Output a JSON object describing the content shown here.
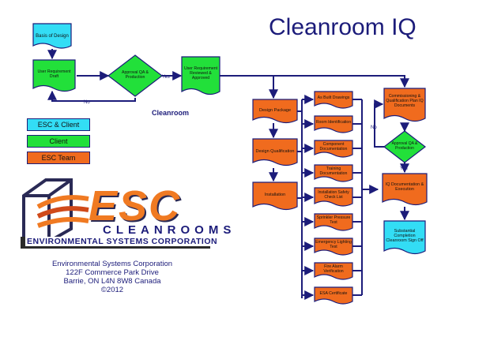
{
  "title": "Cleanroom IQ",
  "section_label": "Cleanroom",
  "legend": [
    {
      "label": "ESC & Client",
      "color": "#33ddf5"
    },
    {
      "label": "Client",
      "color": "#22e03a"
    },
    {
      "label": "ESC Team",
      "color": "#f06b1e"
    }
  ],
  "colors": {
    "cyan": "#33ddf5",
    "green": "#22e03a",
    "orange": "#f06b1e",
    "navy": "#1c1c7a"
  },
  "boxes": {
    "basis": "Basis of Design",
    "user_draft": "User Requirement Draft",
    "approval_qa_diamond": "Approval QA & Production",
    "user_reviewed": "User Requirement Reviewed & Approved",
    "design_package": "Design Package",
    "design_qualification": "Design Qualification",
    "installation": "Installation",
    "as_built": "As Built Drawings",
    "room_id": "Room Identification",
    "component_doc": "Component Documentation",
    "training_doc": "Training Documentation",
    "installation_safety": "Installation Safety Check List",
    "sprinkler": "Sprinkler Pressure Test",
    "emergency": "Emergency Lighting Test",
    "fire_alarm": "Fire Alarm Verification",
    "esa_cert": "ESA Certificate",
    "commissioning": "Commissioning & Qualification Plan IQ Documents",
    "approval_qa_diamond_2": "Approval QA & Production",
    "iq_doc": "IQ Documentation & Execution",
    "substantial": "Substantial Completion Cleanroom Sign Off"
  },
  "edges": {
    "yes1": "Yes",
    "no1": "No",
    "no2": "No",
    "yes2": "Yes"
  },
  "logo": {
    "big": "ESC",
    "mid": "CLEANROOMS",
    "small": "ENVIRONMENTAL SYSTEMS CORPORATION"
  },
  "address": [
    "Environmental Systems Corporation",
    "122F Commerce Park Drive",
    "Barrie, ON L4N 8W8 Canada",
    "©2012"
  ]
}
